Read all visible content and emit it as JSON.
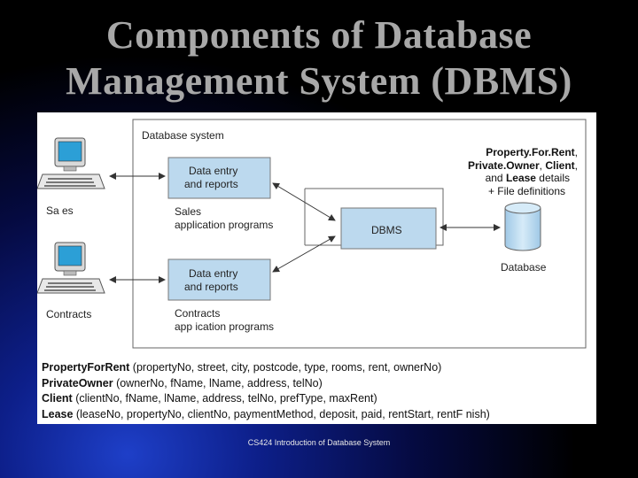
{
  "title": {
    "line1": "Components of Database",
    "line2": "Management System (DBMS)"
  },
  "diagram": {
    "database_system_label": "Database system",
    "sales_user_label": "Sa es",
    "contracts_user_label": "Contracts",
    "sales_box_line1": "Data entry",
    "sales_box_line2": "and reports",
    "contracts_box_line1": "Data entry",
    "contracts_box_line2": "and reports",
    "sales_programs_line1": "Sales",
    "sales_programs_line2": "application programs",
    "contracts_programs_line1": "Contracts",
    "contracts_programs_line2": "app ication programs",
    "dbms_label": "DBMS",
    "database_label": "Database",
    "details_line1_bold": "Property.For.Rent",
    "details_line1_rest": ",",
    "details_line2_bold1": "Private.Owner",
    "details_line2_mid": ", ",
    "details_line2_bold2": "Client",
    "details_line2_rest": ",",
    "details_line3_pre": "and ",
    "details_line3_bold": "Lease",
    "details_line3_rest": " details",
    "details_line4": "+ File definitions"
  },
  "schema": [
    {
      "name": "PropertyForRent",
      "attrs": " (propertyNo, street, city, postcode, type, rooms, rent, ownerNo)"
    },
    {
      "name": "PrivateOwner",
      "attrs": " (ownerNo, fName, lName, address, telNo)"
    },
    {
      "name": "Client",
      "attrs": " (clientNo, fName, lName, address, telNo, prefType, maxRent)"
    },
    {
      "name": "Lease",
      "attrs": " (leaseNo, propertyNo, clientNo, paymentMethod, deposit, paid, rentStart, rentF nish)"
    }
  ],
  "footer": "CS424  Introduction of Database System",
  "colors": {
    "box_fill": "#bcd9ee",
    "database_fill": "#bcd9ee",
    "monitor_screen": "#2c9fd6",
    "title": "#a8a8a8"
  }
}
